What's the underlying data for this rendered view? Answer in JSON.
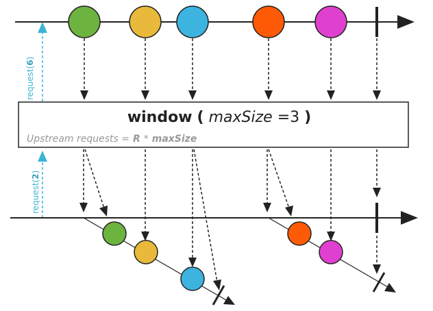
{
  "operator": {
    "name": "window",
    "open": "(",
    "param_name": "maxSize",
    "equals": "=",
    "param_value": "3",
    "close": ")"
  },
  "subtitle": {
    "prefix": "Upstream requests =",
    "r": "R",
    "times": "*",
    "param": "maxSize"
  },
  "requests": {
    "upstream": {
      "prefix": "request(",
      "value": "6",
      "suffix": ")"
    },
    "downstream": {
      "prefix": "request(",
      "value": "2",
      "suffix": ")"
    }
  },
  "upstream_items": [
    {
      "color": "#6db33f"
    },
    {
      "color": "#e8b93a"
    },
    {
      "color": "#3db3e0"
    },
    {
      "color": "#ff5a05"
    },
    {
      "color": "#e040d0"
    }
  ],
  "windows": [
    {
      "items": [
        {
          "color": "#6db33f"
        },
        {
          "color": "#e8b93a"
        },
        {
          "color": "#3db3e0"
        }
      ]
    },
    {
      "items": [
        {
          "color": "#ff5a05"
        },
        {
          "color": "#e040d0"
        }
      ]
    }
  ],
  "colors": {
    "line": "#222222",
    "request": "#3db3d6"
  }
}
